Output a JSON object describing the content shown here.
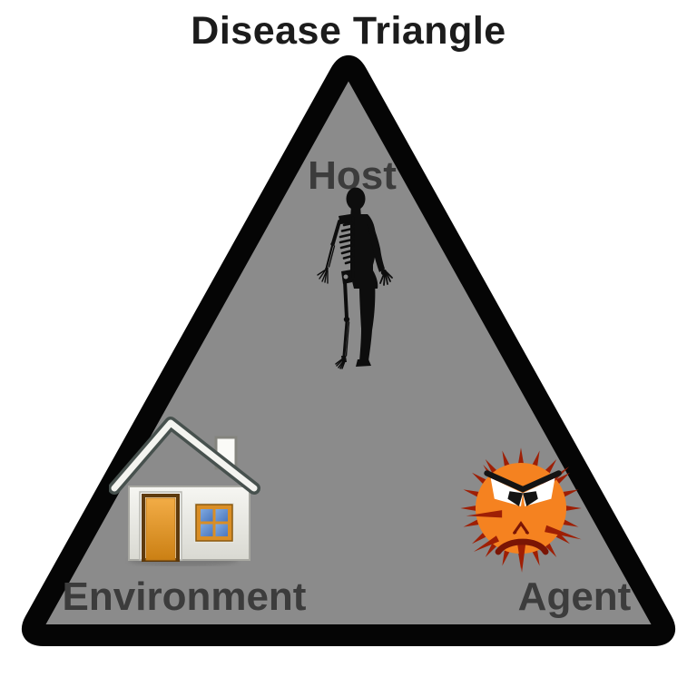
{
  "page": {
    "title": "Disease Triangle",
    "background_color": "#FFFFFF"
  },
  "triangle": {
    "fill_color": "#8B8B8B",
    "border_color": "#050505",
    "label_color": "#3C3C3C",
    "title_color": "#1C1C1C"
  },
  "nodes": [
    {
      "id": "host",
      "label": "Host",
      "icon": "human-silhouette-icon",
      "position": "top"
    },
    {
      "id": "environment",
      "label": "Environment",
      "icon": "house-icon",
      "position": "bottom-left"
    },
    {
      "id": "agent",
      "label": "Agent",
      "icon": "germ-icon",
      "position": "bottom-right"
    }
  ],
  "icon_colors": {
    "human_silhouette": "#0D0D0D",
    "germ_body": "#F58220",
    "germ_spikes": "#9E1F05",
    "germ_mouth": "#7A1505",
    "house_wall": "#EFEFEA",
    "house_roof_outline": "#47514E",
    "house_door": "#D98E26",
    "house_window_panes": "#5B89CF"
  }
}
